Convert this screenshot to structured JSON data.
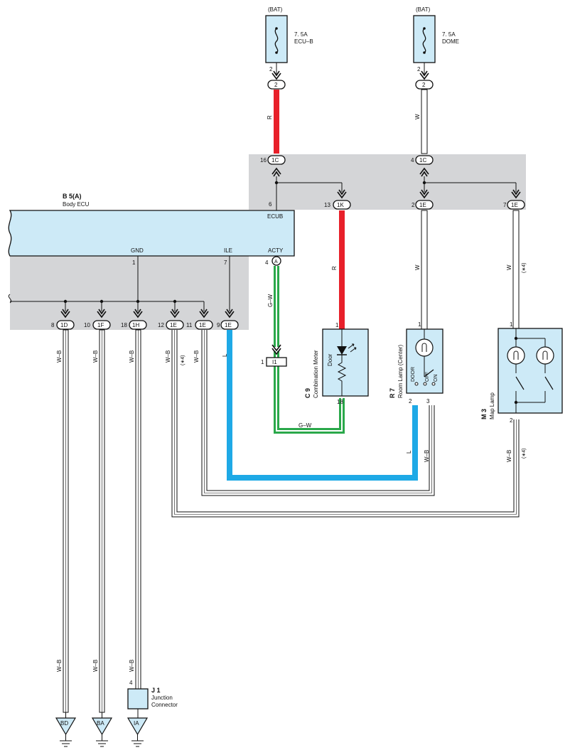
{
  "fuses": [
    {
      "source": "(BAT)",
      "rating": "7. 5A",
      "name": "ECU–B",
      "pin": "2",
      "connector": "2"
    },
    {
      "source": "(BAT)",
      "rating": "7. 5A",
      "name": "DOME",
      "pin": "2",
      "connector": "2"
    }
  ],
  "junction_block": {
    "conns": [
      {
        "pin": "16",
        "code": "1C"
      },
      {
        "pin": "4",
        "code": "1C"
      },
      {
        "pin": "6",
        "code": ""
      },
      {
        "pin": "13",
        "code": "1K"
      },
      {
        "pin": "2",
        "code": "1E"
      },
      {
        "pin": "7",
        "code": "1E"
      }
    ]
  },
  "ecu": {
    "ref": "B 5(A)",
    "name": "Body ECU",
    "terminals": {
      "ecub": "ECUB",
      "gnd": "GND",
      "ile": "ILE",
      "acty": "ACTY"
    },
    "pins": {
      "gnd": "1",
      "ile": "7",
      "acty": "4",
      "acty_code": "A"
    }
  },
  "lower_conns": [
    {
      "pin": "8",
      "code": "1D"
    },
    {
      "pin": "10",
      "code": "1F"
    },
    {
      "pin": "18",
      "code": "1H"
    },
    {
      "pin": "12",
      "code": "1E"
    },
    {
      "pin": "11",
      "code": "1E"
    },
    {
      "pin": "9",
      "code": "1E"
    }
  ],
  "wire_labels": {
    "r": "R",
    "w": "W",
    "gw": "G–W",
    "l": "L",
    "wb": "W–B",
    "note4": "(∗4)"
  },
  "in_line": {
    "pin": "1",
    "code": "I1"
  },
  "combination_meter": {
    "ref": "C 9",
    "name": "Combination Meter",
    "label": "Door",
    "pin_top": "1",
    "pin_bottom": "18"
  },
  "room_lamp": {
    "ref": "R 7",
    "name": "Room Lamp (Center)",
    "pos_door": "DOOR",
    "pos_off": "OFF",
    "pos_on": "ON",
    "pin_top": "1",
    "pin_2": "2",
    "pin_3": "3"
  },
  "map_lamp": {
    "ref": "M 3",
    "name": "Map Lamp",
    "pin_top": "1",
    "pin_bottom": "2"
  },
  "junction_connector": {
    "ref": "J 1",
    "name1": "Junction",
    "name2": "Connector",
    "pin": "4"
  },
  "grounds": [
    "BD",
    "BA",
    "IA"
  ],
  "colors": {
    "red": "#e8202a",
    "blue": "#1ea9e6",
    "green": "#2aa84a",
    "gray_block": "#d4d5d7",
    "light_blue": "#cdeaf7"
  }
}
